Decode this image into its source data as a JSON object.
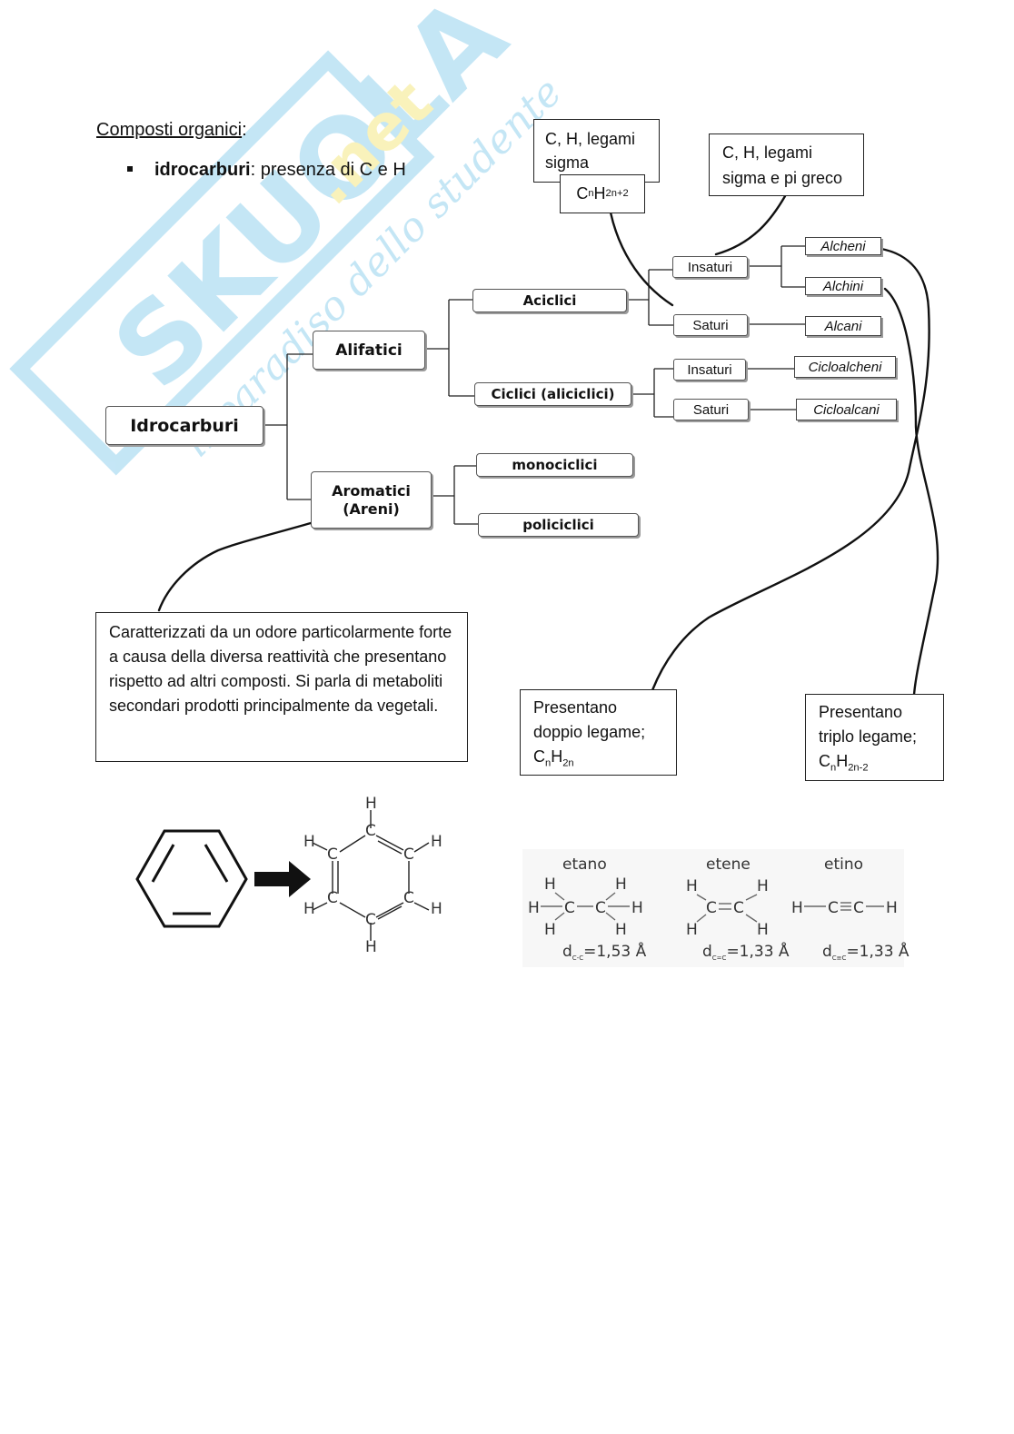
{
  "heading": {
    "title": "Composti organici",
    "colon": ":"
  },
  "bullet": {
    "term": "idrocarburi",
    "rest": ": presenza di C e H"
  },
  "notes": {
    "sigma": "C, H, legami sigma",
    "sigma_pi": "C, H, legami sigma e pi greco",
    "alkane_formula": {
      "base": "C",
      "sub1": "n",
      "mid": "H",
      "sub2": "2n+2"
    },
    "aromatic": "Caratterizzati da un odore particolarmente forte a causa della diversa reattività che presentano rispetto ad altri composti. Si parla di metaboliti secondari prodotti principalmente da vegetali.",
    "double": {
      "text": "Presentano doppio legame;",
      "base": "C",
      "sub1": "n",
      "mid": "H",
      "sub2": "2n"
    },
    "triple": {
      "text": "Presentano triplo legame;",
      "base": "C",
      "sub1": "n",
      "mid": "H",
      "sub2": "2n-2"
    }
  },
  "tree": {
    "root": "Idrocarburi",
    "alifatici": "Alifatici",
    "aromatici": "Aromatici (Areni)",
    "aciclici": "Aciclici",
    "ciclici": "Ciclici (aliciclici)",
    "insaturi": "Insaturi",
    "saturi": "Saturi",
    "insaturi_c": "Insaturi",
    "saturi_c": "Saturi",
    "monociclici": "monociclici",
    "policiclici": "policiclici",
    "alcheni": "Alcheni",
    "alchini": "Alchini",
    "alcani": "Alcani",
    "cicloalcheni": "Cicloalcheni",
    "cicloalcani": "Cicloalcani"
  },
  "molecules": {
    "etano": {
      "name": "etano",
      "dist": "d",
      "dsub": "C-C",
      "dval": "=1,53 Å"
    },
    "etene": {
      "name": "etene",
      "dist": "d",
      "dsub": "C=C",
      "dval": "=1,33 Å"
    },
    "etino": {
      "name": "etino",
      "dist": "d",
      "dsub": "C≡C",
      "dval": "=1,33 Å"
    }
  },
  "watermark": {
    "brand": "SKUOLA.net",
    "tagline": "il paradiso dello studente"
  },
  "colors": {
    "watermark": "#7ec8ea",
    "watermark_accent": "#f2e36a"
  }
}
